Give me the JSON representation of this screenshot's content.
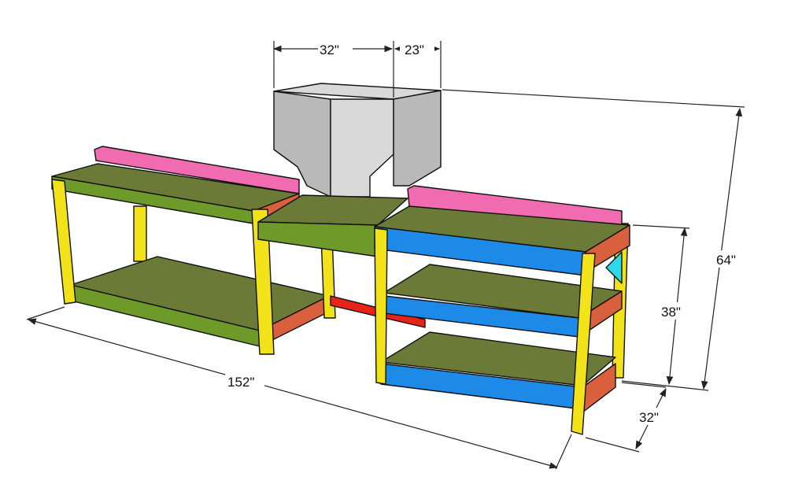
{
  "dimensions": {
    "top_left_width": "32\"",
    "top_right_width": "23\"",
    "total_height": "64\"",
    "counter_height": "38\"",
    "depth": "32\"",
    "overall_length": "152\""
  },
  "colors": {
    "plywood": "#6b7a36",
    "plywood_grain": "#5f6c2e",
    "green_frame": "#6e9a2a",
    "yellow_legs": "#f2e21a",
    "pink_fence": "#f06bb0",
    "blue_frame": "#1e8ae8",
    "red_brace": "#e8231a",
    "salmon_side": "#d8603c",
    "cyan_side": "#2fd8e8",
    "hood_gray": "#b9b9b9",
    "hood_light": "#d9d9d9",
    "hood_dark": "#8f8f8f"
  }
}
